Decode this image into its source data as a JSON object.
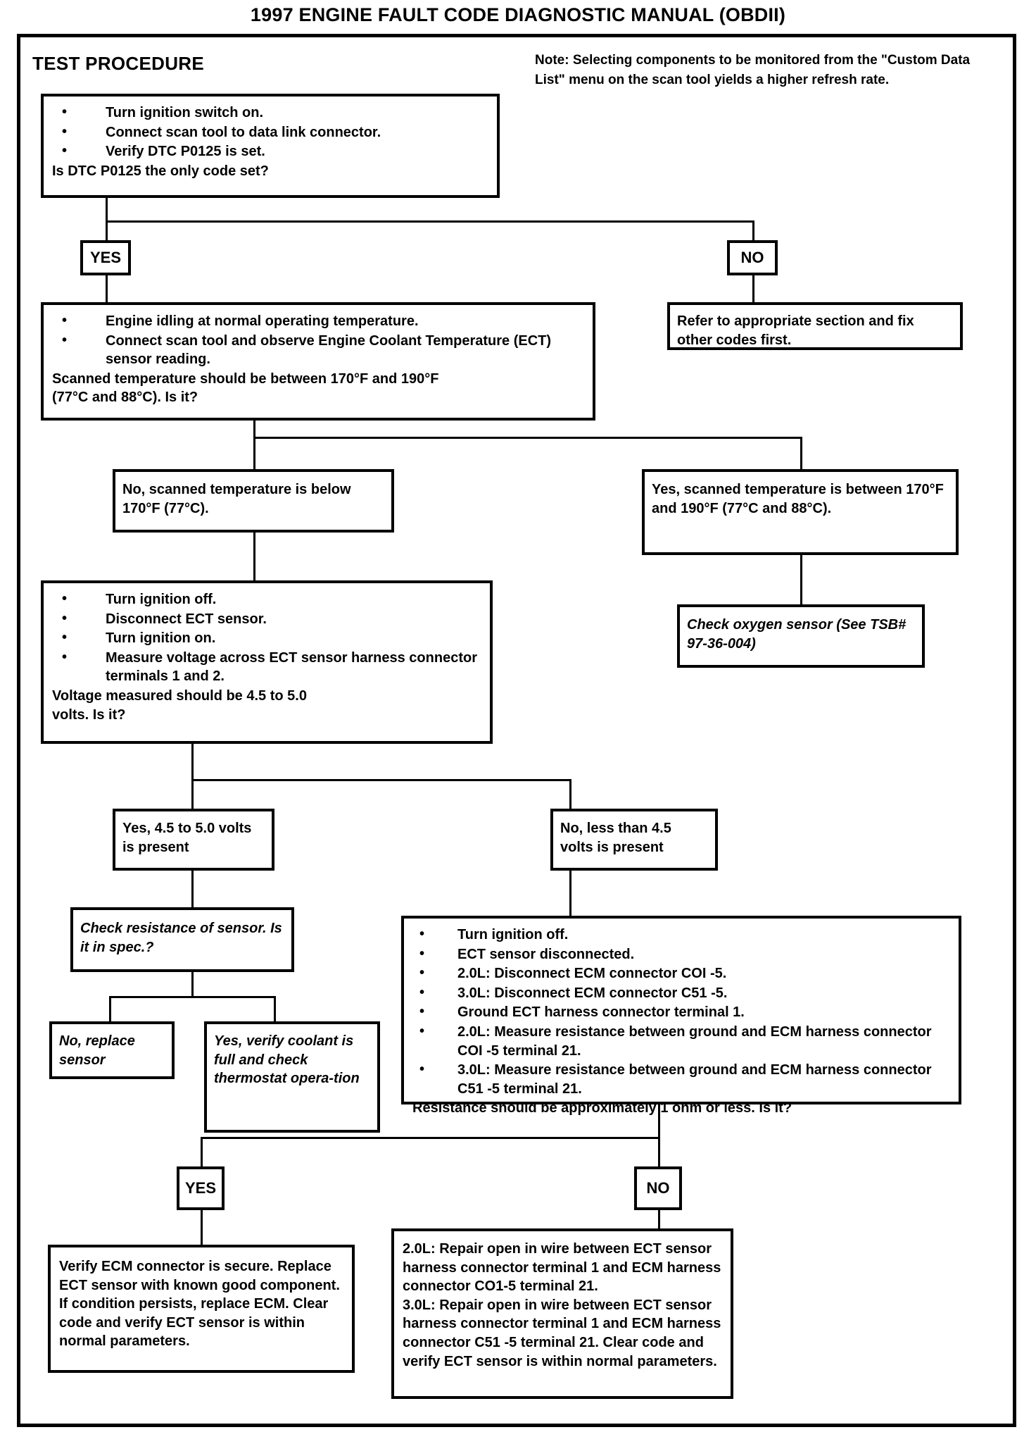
{
  "document": {
    "title": "1997 ENGINE FAULT CODE DIAGNOSTIC MANUAL (OBDII)",
    "section_heading": "TEST PROCEDURE",
    "note": "Note:  Selecting components to be monitored from the \"Custom Data List\" menu on the scan tool yields a higher refresh rate."
  },
  "flow": {
    "step1": {
      "bullets": [
        "Turn ignition switch on.",
        "Connect scan tool to data link connector.",
        "Verify DTC P0125 is set."
      ],
      "question": "Is DTC P0125 the only code set?"
    },
    "branch1": {
      "yes_label": "YES",
      "no_label": "NO"
    },
    "no_result1": "Refer to appropriate section and fix other codes first.",
    "step2": {
      "bullets": [
        "Engine idling at normal operating temperature.",
        "Connect scan tool and observe Engine Coolant Temperature (ECT) sensor reading."
      ],
      "question_line1": "Scanned temperature should be between 170°F and 190°F",
      "question_line2": "(77°C and 88°C). Is it?"
    },
    "temp_no": "No, scanned temperature is below 170°F (77°C).",
    "temp_yes": "Yes, scanned temperature is between 170°F and 190°F (77°C and 88°C).",
    "oxygen": "Check oxygen sensor (See TSB# 97-36-004)",
    "step3": {
      "bullets": [
        "Turn ignition off.",
        "Disconnect ECT sensor.",
        "Turn ignition on.",
        "Measure voltage across ECT sensor harness connector terminals 1 and 2."
      ],
      "question_line1": "Voltage measured should be 4.5 to 5.0",
      "question_line2": "volts. Is it?"
    },
    "volt_yes": "Yes, 4.5 to 5.0 volts is present",
    "volt_no": "No, less than 4.5 volts is present",
    "check_resistance": "Check resistance of sensor. Is it in spec.?",
    "resistance_no": "No, replace sensor",
    "resistance_yes": "Yes, verify coolant is full and check thermostat opera-tion",
    "step4": {
      "bullets": [
        "Turn ignition off.",
        "ECT sensor disconnected.",
        "2.0L: Disconnect ECM connector COI -5.",
        "3.0L: Disconnect ECM connector C51 -5.",
        "Ground ECT harness connector terminal 1.",
        "2.0L: Measure resistance between ground and ECM harness connector COI -5 terminal 21.",
        "3.0L: Measure resistance between ground and ECM harness connector C51 -5 terminal 21."
      ],
      "question": "Resistance should be approximately 1 ohm or less. Is it?"
    },
    "branch2": {
      "yes_label": "YES",
      "no_label": "NO"
    },
    "final_yes": "Verify ECM connector is secure. Replace ECT sensor with known good component. If condition persists, replace ECM. Clear code and verify ECT sensor is within normal parameters.",
    "final_no_line1": "2.0L: Repair open in wire between ECT sensor harness connector terminal 1 and ECM harness connector CO1-5 terminal 21.",
    "final_no_line2": "3.0L: Repair open in wire between ECT sensor harness connector terminal 1 and ECM harness connector C51 -5 terminal 21. Clear code and verify ECT sensor is within normal parameters."
  }
}
